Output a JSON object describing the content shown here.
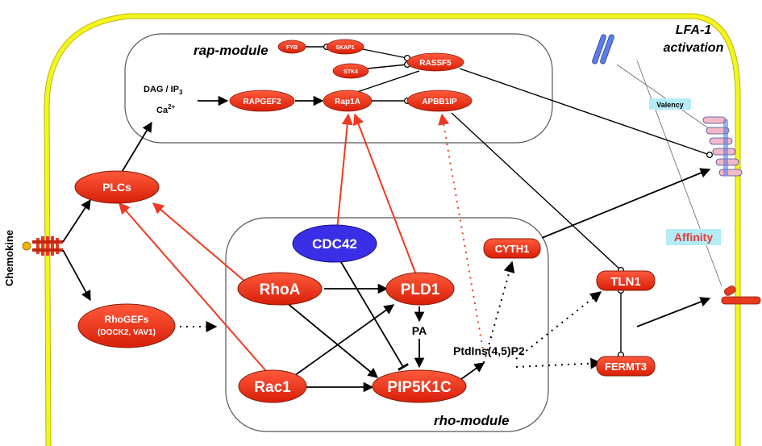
{
  "labels": {
    "chemokine": "Chemokine",
    "lfa1_line1": "LFA-1",
    "lfa1_line2": "activation",
    "rap_module": "rap-module",
    "rho_module": "rho-module",
    "dag": "DAG / IP",
    "dag_sub": "3",
    "ca": "Ca",
    "ca_sup": "2+",
    "pa": "PA",
    "ptdins": "PtdIns(4,5)P2",
    "valency": "Valency",
    "affinity": "Affinity"
  },
  "nodes": {
    "plcs": "PLCs",
    "rhogefs_line1": "RhoGEFs",
    "rhogefs_line2": "(DOCK2, VAV1)",
    "fyb": "FYB",
    "skap1": "SKAP1",
    "stk4": "STK4",
    "rassf5": "RASSF5",
    "rapgef2": "RAPGEF2",
    "rap1a": "Rap1A",
    "apbb1ip": "APBB1IP",
    "cdc42": "CDC42",
    "rhoa": "RhoA",
    "pld1": "PLD1",
    "rac1": "Rac1",
    "pip5k1c": "PIP5K1C",
    "cyth1": "CYTH1",
    "tln1": "TLN1",
    "fermt3": "FERMT3"
  },
  "colors": {
    "membrane": "#f5f51e",
    "membrane_edge": "#b8b800",
    "node_red": "#ee2a10",
    "node_blue": "#3a2ee6",
    "inhibit_arrow": "#ee3a22",
    "affinity_text": "#e83a3a",
    "label_bg": "#b3ecf5",
    "receptor_blue": "#5a7de6",
    "receptor_pink": "#f2b8c8"
  }
}
